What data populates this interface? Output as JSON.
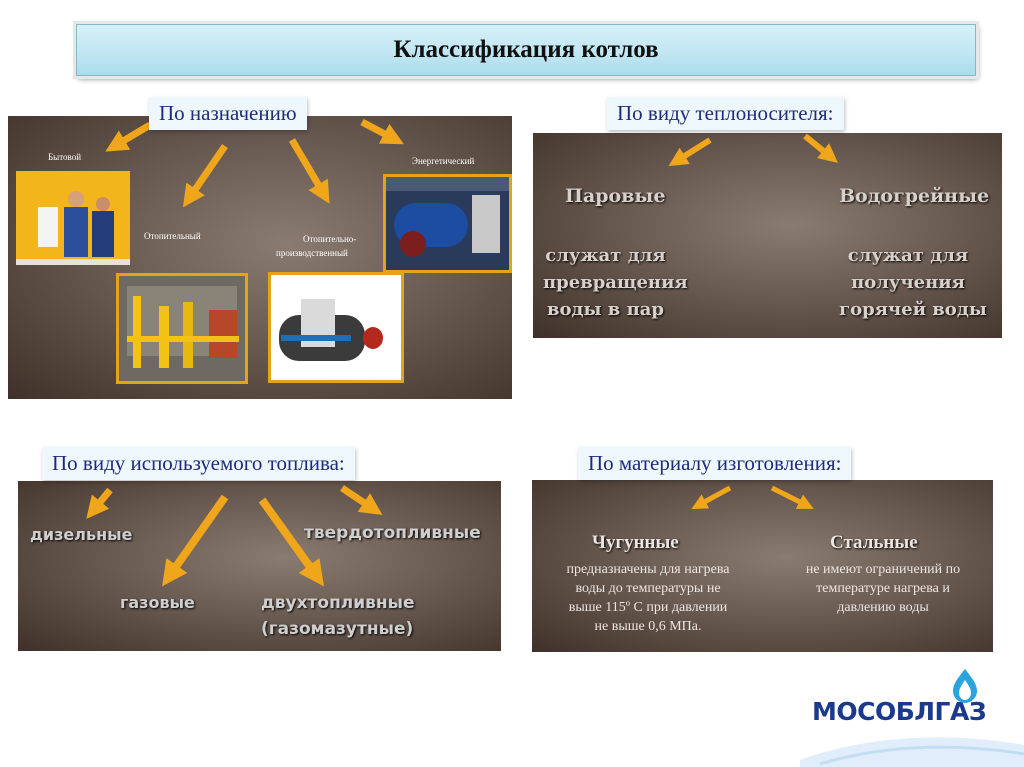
{
  "title": "Классификация котлов",
  "sections": {
    "purpose": {
      "label": "По назначению",
      "items": [
        "Бытовой",
        "Отопительный",
        "Отопительно-",
        "производственный",
        "Энергетический"
      ]
    },
    "carrier": {
      "label": "По виду теплоносителя:",
      "left": {
        "head": "Паровые",
        "l1": "служат для",
        "l2": "превращения",
        "l3": "воды в пар"
      },
      "right": {
        "head": "Водогрейные",
        "l1": "служат для",
        "l2": "получения",
        "l3": "горячей воды"
      }
    },
    "fuel": {
      "label": "По виду используемого топлива:",
      "items": [
        "дизельные",
        "газовые",
        "твердотопливные",
        "двухтопливные",
        "(газомазутные)"
      ]
    },
    "material": {
      "label": "По материалу изготовления:",
      "left": {
        "head": "Чугунные",
        "l1": "предназначены для нагрева",
        "l2": "воды до температуры не",
        "l3": "выше 115º С при давлении",
        "l4": "не выше 0,6 МПа."
      },
      "right": {
        "head": "Стальные",
        "l1": "не имеют ограничений по",
        "l2": "температуре нагрева и",
        "l3": "давлению воды"
      }
    }
  },
  "logo": {
    "text": "МОСОБЛГАЗ"
  },
  "colors": {
    "arrow": "#f0a61a",
    "label_text": "#1f2b7a",
    "title_bg": "#bfe6f2",
    "brand": "#1b3a8c"
  }
}
